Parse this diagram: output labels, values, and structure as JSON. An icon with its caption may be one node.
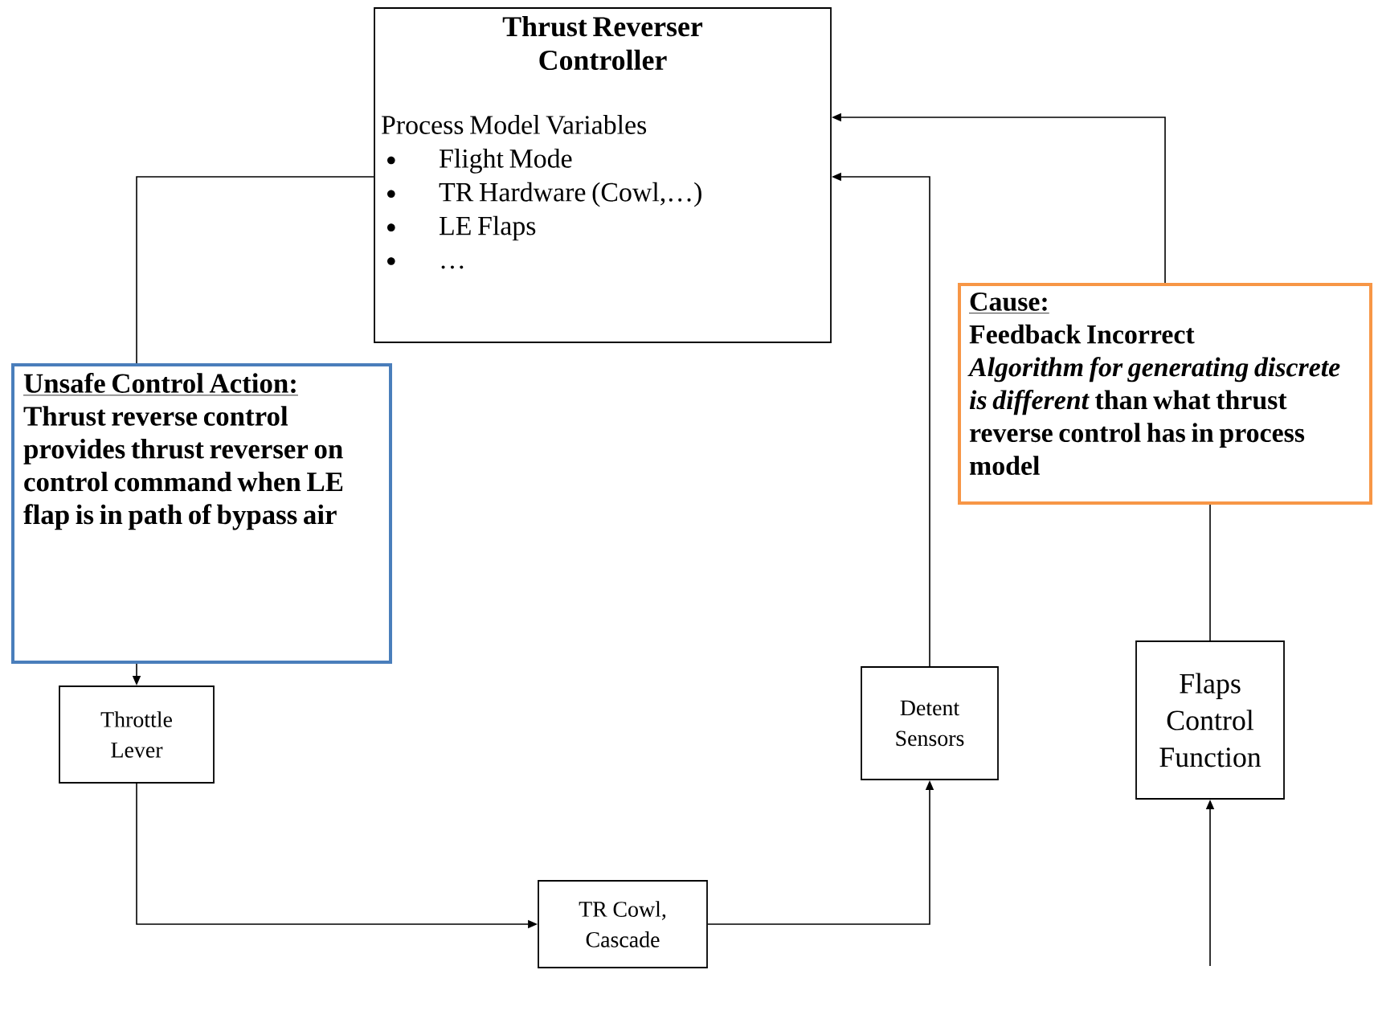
{
  "diagram": {
    "nodes": [
      {
        "text": [
          "Thrust Reverser Controller",
          "Process Model Variables",
          "Flight Mode",
          "TR Hardware (Cowl,…)",
          "LE Flaps",
          "…"
        ]
      },
      {
        "text": [
          "Unsafe Control Action:",
          "Thrust reverse control provides thrust reverser on control command when LE flap is in path of bypass air"
        ]
      },
      {
        "text": [
          "Throttle Lever"
        ]
      },
      {
        "text": [
          "TR Cowl, Cascade"
        ]
      },
      {
        "text": [
          "Detent Sensors"
        ]
      },
      {
        "text": [
          "Cause:",
          "Feedback Incorrect",
          "*Algorithm for generating discrete is different* than what thrust reverse control has in process model"
        ]
      },
      {
        "text": [
          "Flaps Control Function"
        ]
      }
    ],
    "edges": [
      {
        "from": 0,
        "to": 1,
        "arrow": "none"
      },
      {
        "from": 1,
        "to": 2,
        "arrow": "to"
      },
      {
        "from": 2,
        "to": 3,
        "arrow": "to"
      },
      {
        "from": 3,
        "to": 4,
        "arrow": "to"
      },
      {
        "from": 4,
        "to": 0,
        "arrow": "to"
      },
      {
        "from": 6,
        "to": 5,
        "arrow": "none"
      },
      {
        "from": 5,
        "to": 0,
        "arrow": "to"
      },
      {
        "from": null,
        "to": 6,
        "arrow": "to"
      }
    ]
  }
}
